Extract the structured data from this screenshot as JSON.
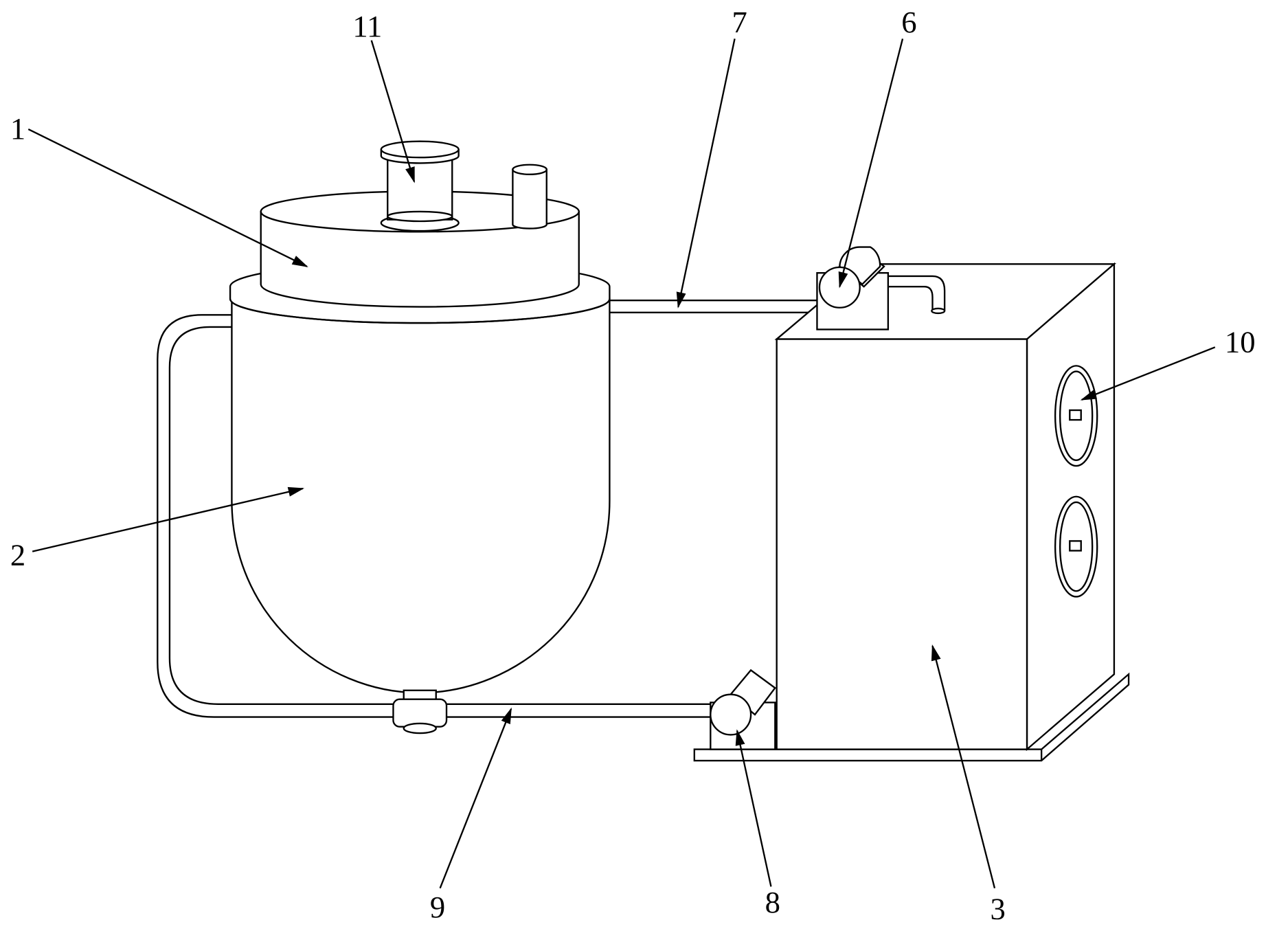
{
  "diagram": {
    "labels": {
      "lid": "1",
      "tank": "2",
      "box": "3",
      "pump_top": "6",
      "pipe_top": "7",
      "pump_bottom": "8",
      "pipe_bottom": "9",
      "gauge": "10",
      "inlet": "11"
    }
  }
}
